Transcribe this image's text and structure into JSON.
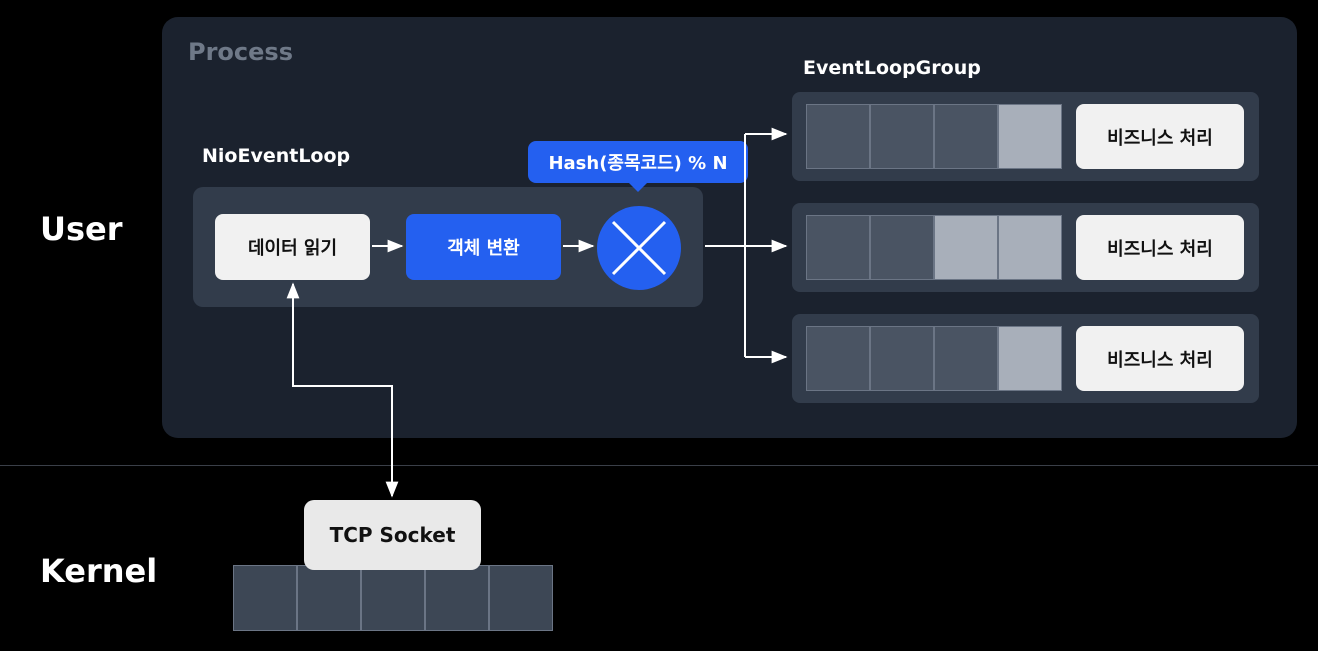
{
  "layers": {
    "user": "User",
    "kernel": "Kernel"
  },
  "process": {
    "title": "Process",
    "nio_event_loop": {
      "title": "NioEventLoop",
      "read_step": "데이터 읽기",
      "transform_step": "객체 변환",
      "hash_label": "Hash(종목코드) % N"
    },
    "event_loop_group": {
      "title": "EventLoopGroup",
      "rows": [
        {
          "business_label": "비즈니스 처리",
          "filled_cells": 1
        },
        {
          "business_label": "비즈니스 처리",
          "filled_cells": 2
        },
        {
          "business_label": "비즈니스 처리",
          "filled_cells": 1
        }
      ]
    }
  },
  "kernel": {
    "socket_label": "TCP Socket",
    "buffer_cells": 5
  },
  "colors": {
    "accent_blue": "#2460f0",
    "panel": "#1b222e",
    "inner_box": "#323c4b",
    "node_white": "#f1f1f1"
  }
}
